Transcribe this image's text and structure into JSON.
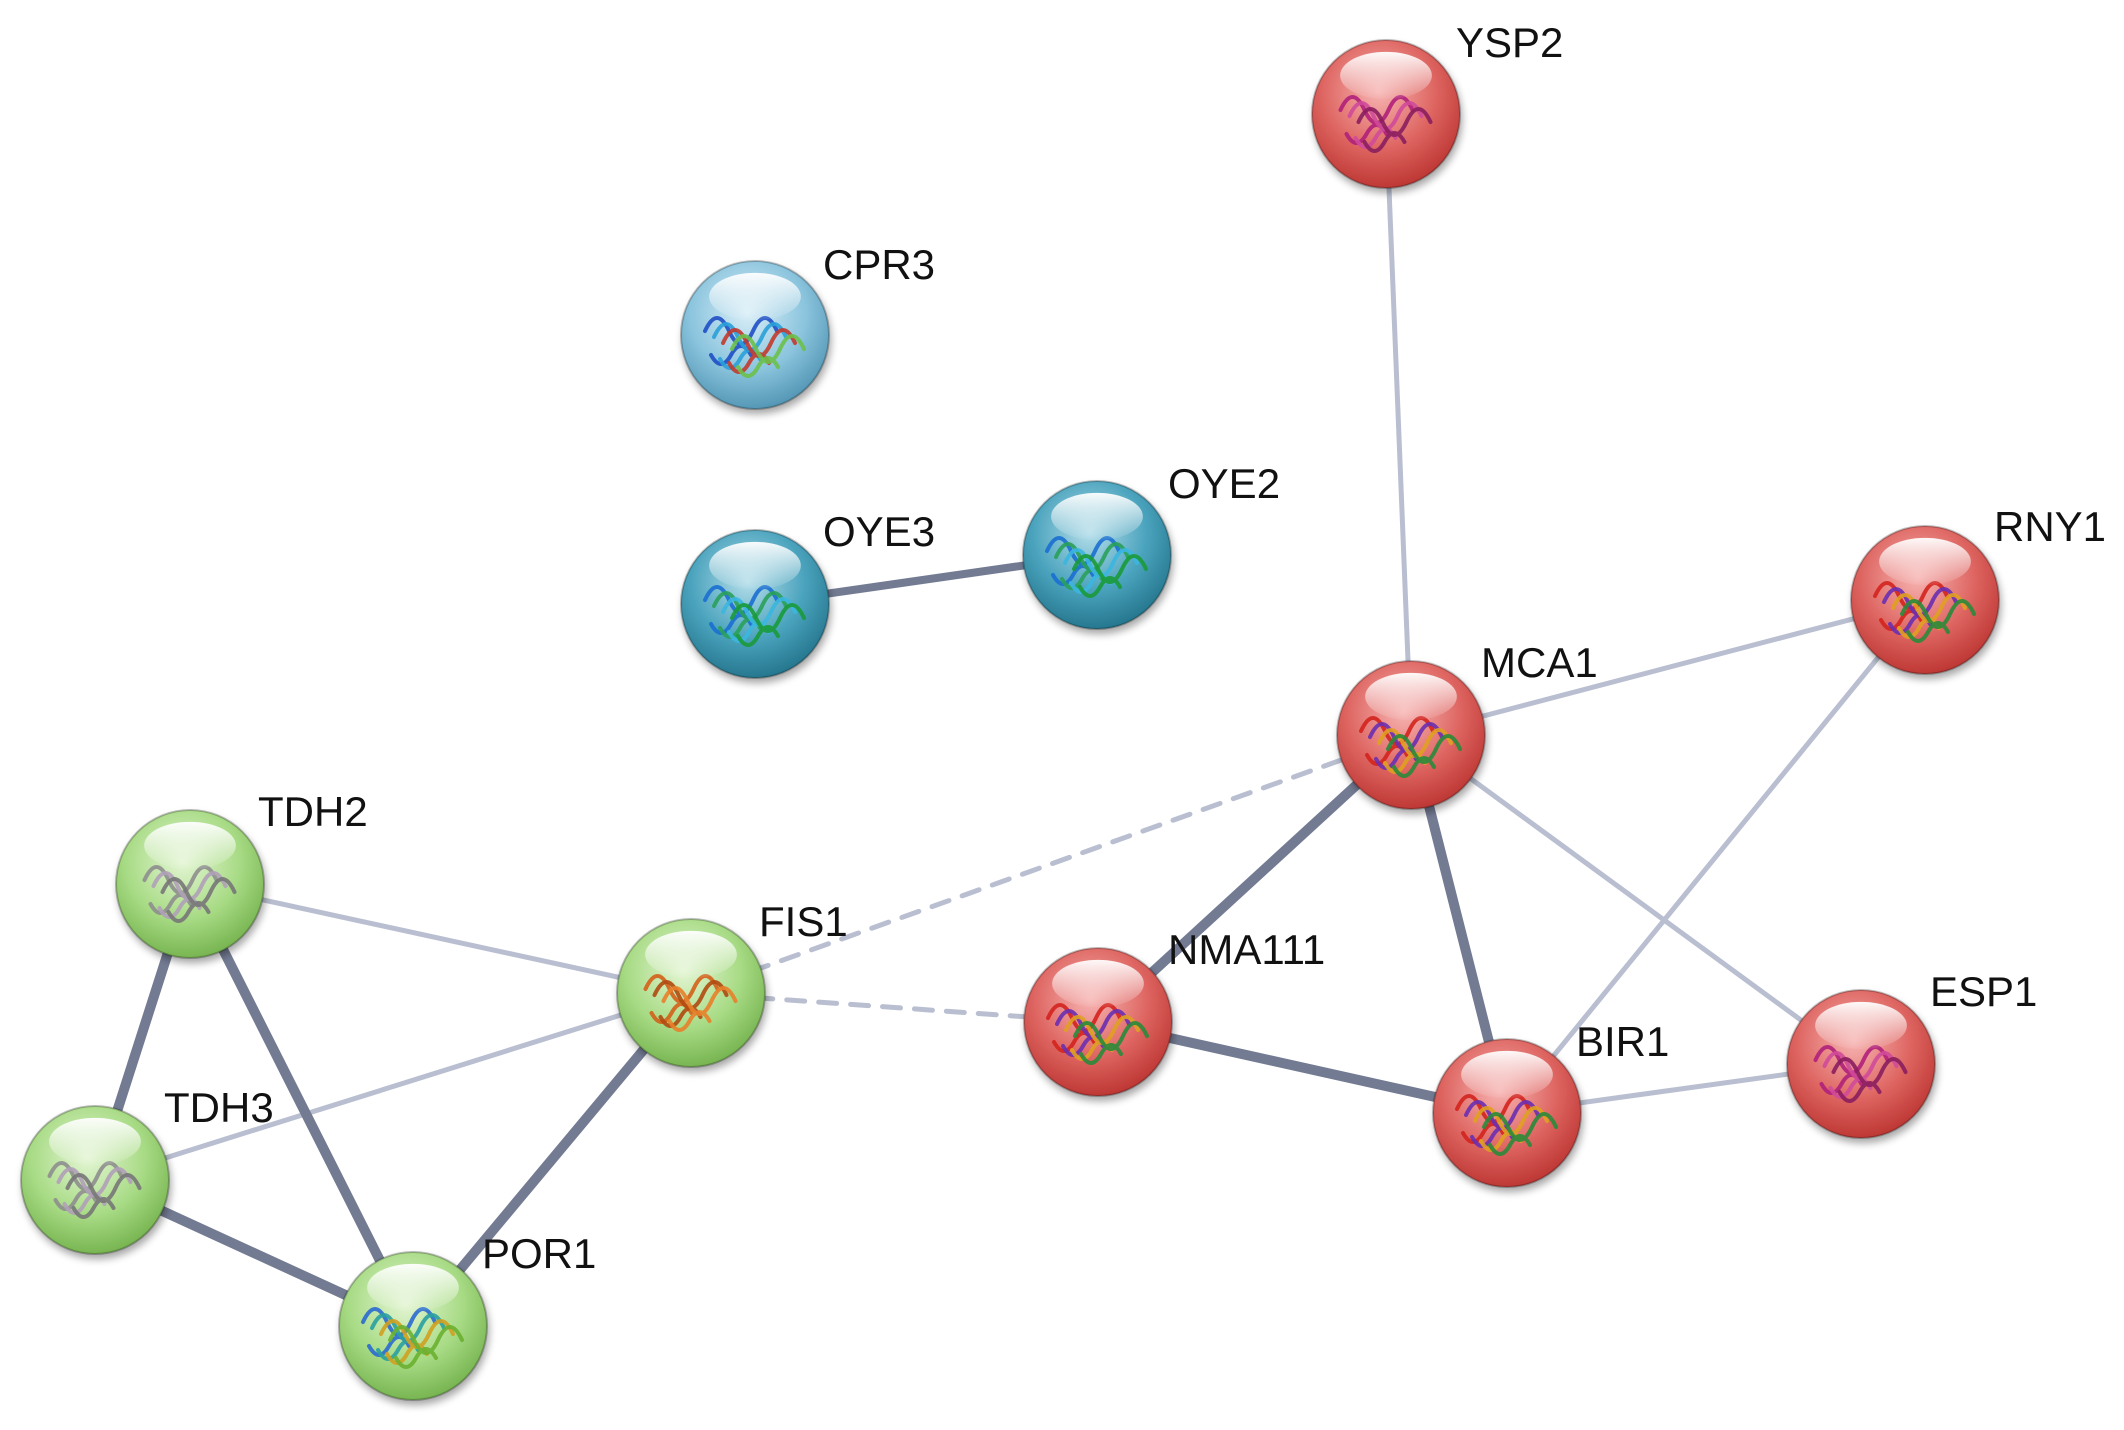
{
  "colors": {
    "red_cluster": "#d9534f",
    "green_cluster": "#8fcf6a",
    "blue_cluster": "#5fa9c8",
    "teal_cluster": "#2f8ea6",
    "edge_dark": "#737b93",
    "edge_light": "#b9bfd0"
  },
  "nodes": [
    {
      "id": "YSP2",
      "label": "YSP2",
      "cluster": "red",
      "glyph": "magenta-ribbon"
    },
    {
      "id": "CPR3",
      "label": "CPR3",
      "cluster": "blue",
      "glyph": "beta-sheet"
    },
    {
      "id": "OYE3",
      "label": "OYE3",
      "cluster": "teal",
      "glyph": "barrel"
    },
    {
      "id": "OYE2",
      "label": "OYE2",
      "cluster": "teal",
      "glyph": "barrel"
    },
    {
      "id": "RNY1",
      "label": "RNY1",
      "cluster": "red",
      "glyph": "mixed-ribbon"
    },
    {
      "id": "MCA1",
      "label": "MCA1",
      "cluster": "red",
      "glyph": "mixed-ribbon"
    },
    {
      "id": "TDH2",
      "label": "TDH2",
      "cluster": "green",
      "glyph": "grey-ribbon"
    },
    {
      "id": "FIS1",
      "label": "FIS1",
      "cluster": "green",
      "glyph": "orange-helix"
    },
    {
      "id": "NMA111",
      "label": "NMA111",
      "cluster": "red",
      "glyph": "mixed-ribbon"
    },
    {
      "id": "ESP1",
      "label": "ESP1",
      "cluster": "red",
      "glyph": "magenta-ribbon"
    },
    {
      "id": "BIR1",
      "label": "BIR1",
      "cluster": "red",
      "glyph": "mixed-ribbon"
    },
    {
      "id": "TDH3",
      "label": "TDH3",
      "cluster": "green",
      "glyph": "grey-ribbon"
    },
    {
      "id": "POR1",
      "label": "POR1",
      "cluster": "green",
      "glyph": "rainbow-barrel"
    }
  ],
  "edges": [
    {
      "source": "YSP2",
      "target": "MCA1",
      "strength": "light",
      "style": "solid"
    },
    {
      "source": "OYE3",
      "target": "OYE2",
      "strength": "dark",
      "style": "solid"
    },
    {
      "source": "MCA1",
      "target": "RNY1",
      "strength": "light",
      "style": "solid"
    },
    {
      "source": "RNY1",
      "target": "BIR1",
      "strength": "light",
      "style": "solid"
    },
    {
      "source": "MCA1",
      "target": "NMA111",
      "strength": "heavy",
      "style": "solid"
    },
    {
      "source": "MCA1",
      "target": "BIR1",
      "strength": "heavy",
      "style": "solid"
    },
    {
      "source": "MCA1",
      "target": "ESP1",
      "strength": "light",
      "style": "solid"
    },
    {
      "source": "FIS1",
      "target": "MCA1",
      "strength": "light",
      "style": "dashed"
    },
    {
      "source": "FIS1",
      "target": "NMA111",
      "strength": "light",
      "style": "dashed"
    },
    {
      "source": "NMA111",
      "target": "BIR1",
      "strength": "heavy",
      "style": "solid"
    },
    {
      "source": "BIR1",
      "target": "ESP1",
      "strength": "light",
      "style": "solid"
    },
    {
      "source": "TDH2",
      "target": "FIS1",
      "strength": "light",
      "style": "solid"
    },
    {
      "source": "TDH3",
      "target": "FIS1",
      "strength": "light",
      "style": "solid"
    },
    {
      "source": "TDH2",
      "target": "TDH3",
      "strength": "heavy",
      "style": "solid"
    },
    {
      "source": "TDH2",
      "target": "POR1",
      "strength": "heavy",
      "style": "solid"
    },
    {
      "source": "TDH3",
      "target": "POR1",
      "strength": "heavy",
      "style": "solid"
    },
    {
      "source": "POR1",
      "target": "FIS1",
      "strength": "heavy",
      "style": "solid"
    }
  ]
}
